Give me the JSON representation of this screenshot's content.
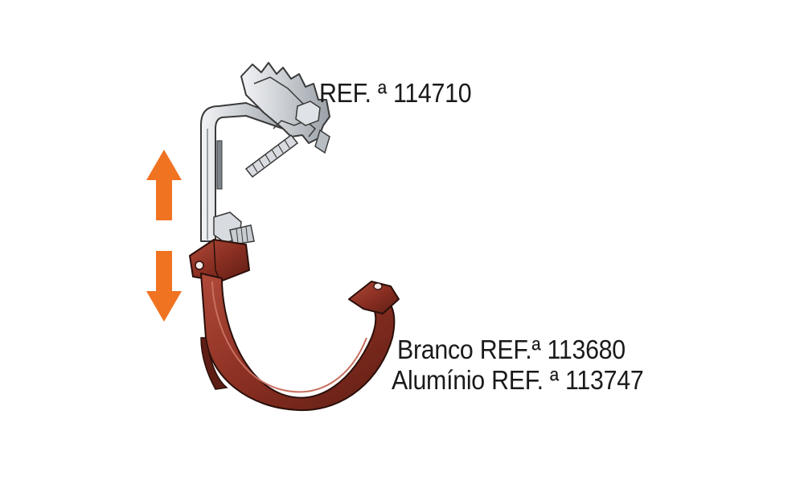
{
  "labels": {
    "hook_ref": "REF. ª 114710",
    "branco_ref": "Branco REF.ª 113680",
    "aluminio_ref": "Alumínio REF. ª 113747"
  },
  "colors": {
    "arrow": "#f07322",
    "gutter_bracket": "#8a2f22",
    "gutter_bracket_dark": "#5e1d14",
    "metal": "#c9cdd2",
    "metal_dark": "#8d939a"
  },
  "icons": {
    "up": "arrow-up-icon",
    "down": "arrow-down-icon"
  }
}
